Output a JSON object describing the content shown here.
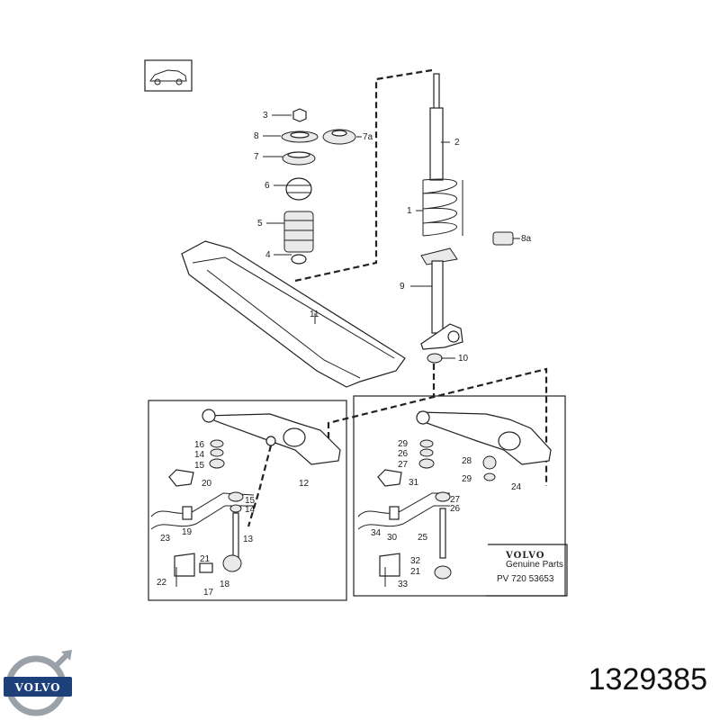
{
  "labels": {
    "l1": "1",
    "l2": "2",
    "l3": "3",
    "l4": "4",
    "l5": "5",
    "l6": "6",
    "l7": "7",
    "l7a": "7a",
    "l8": "8",
    "l8a": "8a",
    "l9": "9",
    "l10": "10",
    "l11": "11",
    "l12": "12",
    "l13": "13",
    "l14": "14",
    "l15": "15",
    "l16": "16",
    "l17": "17",
    "l18": "18",
    "l19": "19",
    "l20": "20",
    "l21": "21",
    "l22": "22",
    "l23": "23",
    "l24": "24",
    "l25": "25",
    "l26": "26",
    "l27": "27",
    "l28": "28",
    "l29": "29",
    "l30": "30",
    "l31": "31",
    "l32": "32",
    "l33": "33",
    "l34": "34"
  },
  "stamp": {
    "brand": "VOLVO",
    "genuine": "Genuine Parts",
    "code": "PV 720 53653"
  },
  "logo": {
    "text": "VOLVO"
  },
  "part_number": "1329385"
}
